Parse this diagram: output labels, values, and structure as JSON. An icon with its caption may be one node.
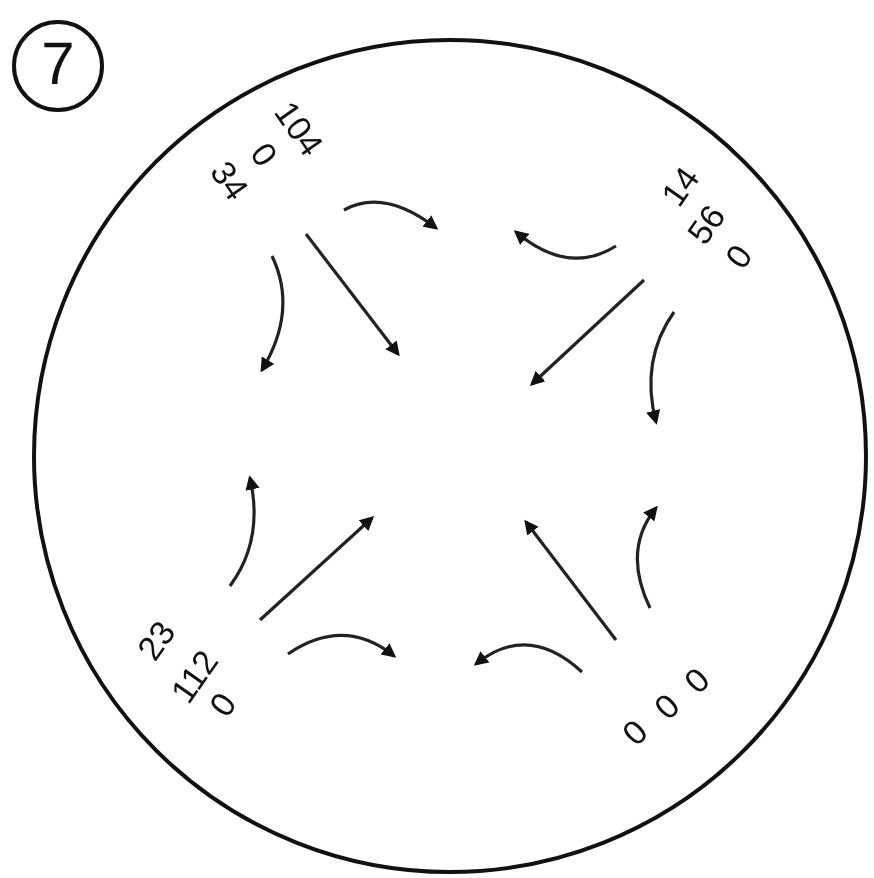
{
  "diagram": {
    "nodes": [
      {
        "text": [
          "7"
        ]
      }
    ],
    "labels": [
      "104",
      "0",
      "34",
      "14",
      "56",
      "0",
      "23",
      "112",
      "0",
      "0",
      "0",
      "0"
    ]
  }
}
